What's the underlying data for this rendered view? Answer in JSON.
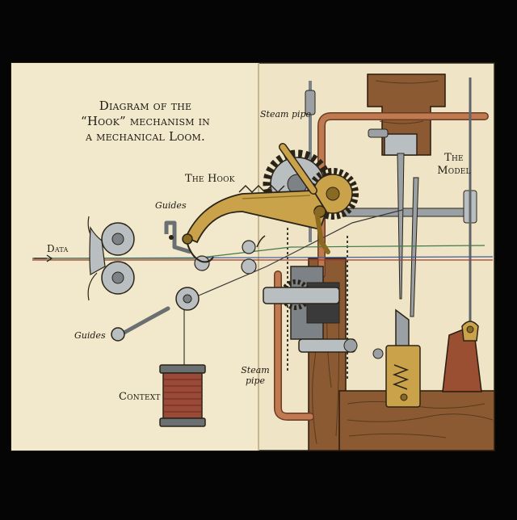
{
  "title": {
    "line1": "Diagram of the",
    "line2": "“Hook” mechanism in",
    "line3": "a mechanical Loom."
  },
  "labels": {
    "data": "Data",
    "hook": "The Hook",
    "context": "Context",
    "model_line1": "The",
    "model_line2": "Model",
    "guides_top": "Guides",
    "guides_bottom": "Guides",
    "steam_pipe_top": "Steam pipe",
    "steam_pipe_bottom_line1": "Steam",
    "steam_pipe_bottom_line2": "pipe"
  },
  "colors": {
    "page": "#efe4c6",
    "ink": "#1e1a14",
    "brass": "#c9a24a",
    "brass_dark": "#8a6a22",
    "steel": "#9aa0a3",
    "copper": "#c07a52",
    "wood": "#8b5a32",
    "thread_blue": "#3a5f9a",
    "thread_red": "#a33a2e",
    "thread_green": "#3f7a4a",
    "spool_thread": "#9b4a38"
  }
}
